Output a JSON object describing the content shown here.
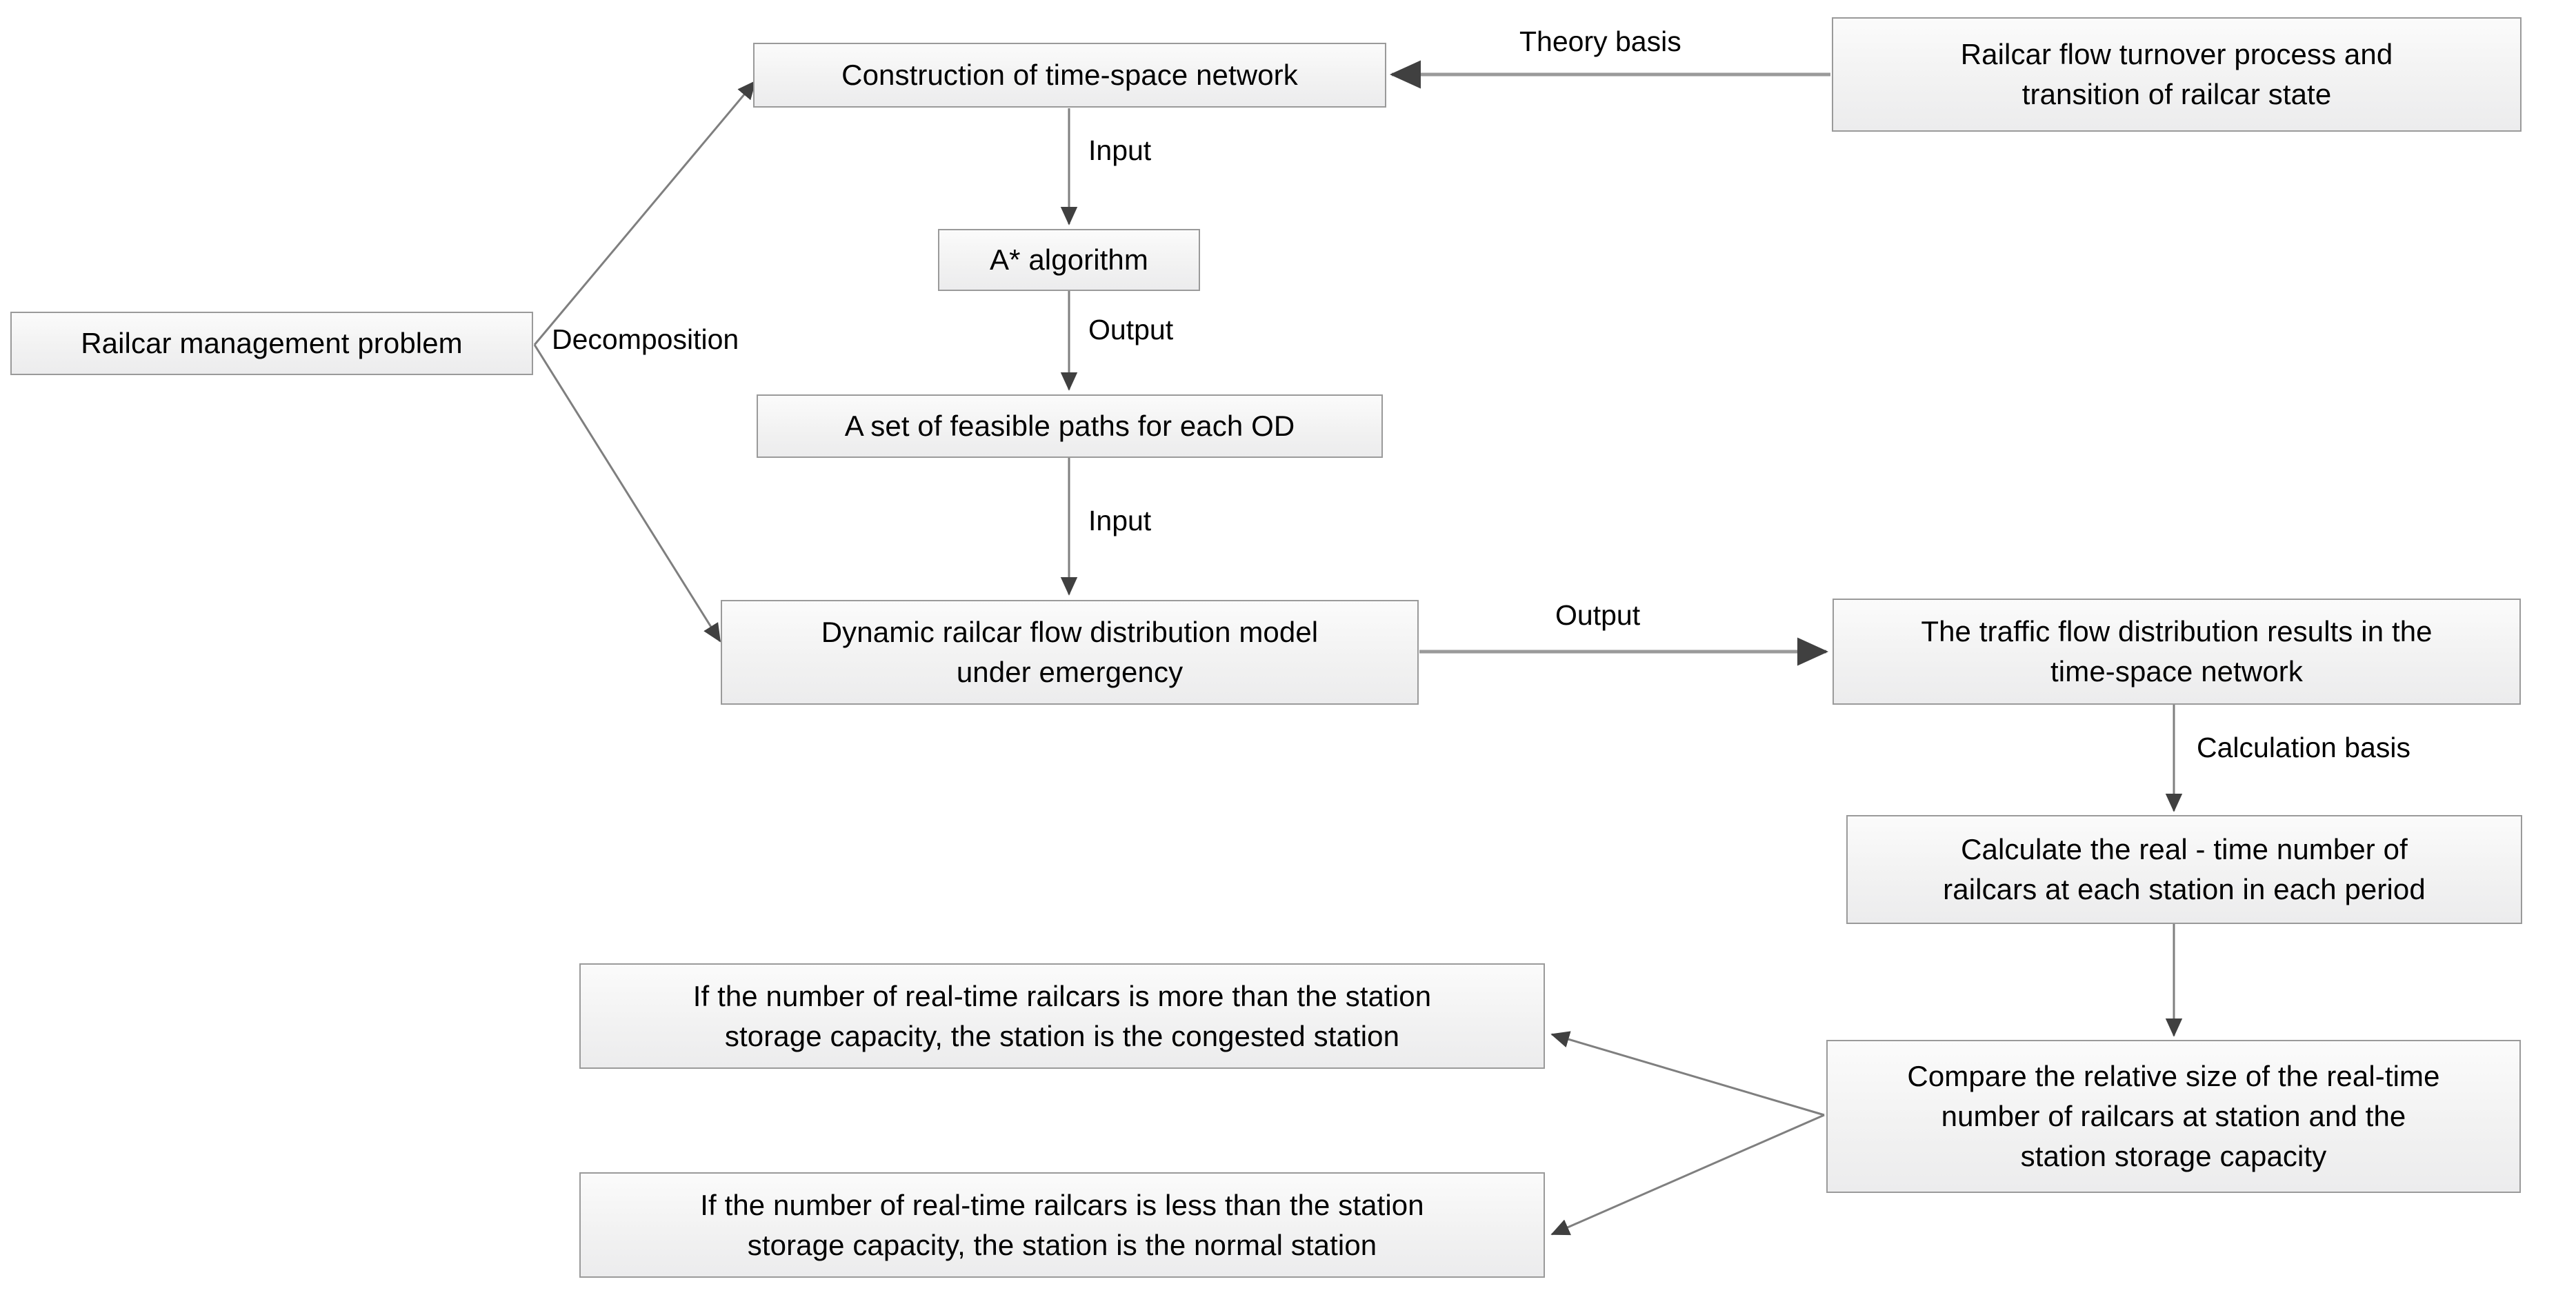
{
  "diagram": {
    "title": "Railcar management problem flowchart",
    "background_color": "#ffffff",
    "node_fill": "#f2f2f2",
    "node_border": "#9a9a9a",
    "connector_color": "#7f7f7f",
    "arrowhead_color": "#404040",
    "text_color": "#000000"
  },
  "nodes": {
    "railcar_management_problem": "Railcar management problem",
    "construction_time_space_network": "Construction of time-space network",
    "railcar_flow_turnover": "Railcar flow turnover process and transition of railcar state",
    "a_star_algorithm": "A* algorithm",
    "feasible_paths": "A set of feasible paths for each OD",
    "dynamic_model": "Dynamic railcar flow distribution model under emergency",
    "traffic_flow_results": "The traffic flow distribution results in the time-space network",
    "calculate_realtime": "Calculate the real - time  number of railcars at each station in each period",
    "compare_relative_size": "Compare the relative size of the real-time number of railcars at station and the station storage capacity",
    "congested_station": "If the number of real-time railcars is more than the station storage capacity, the station is the congested station",
    "normal_station": "If the number of real-time railcars is less than the station storage capacity, the station is the normal station"
  },
  "node_lines": {
    "railcar_flow_turnover": [
      "Railcar flow turnover process and",
      "transition of railcar state"
    ],
    "dynamic_model": [
      "Dynamic railcar flow distribution model",
      "under emergency"
    ],
    "traffic_flow_results": [
      "The traffic flow distribution results in the",
      "time-space network"
    ],
    "calculate_realtime": [
      "Calculate the real - time  number of",
      "railcars at each station in each period"
    ],
    "compare_relative_size": [
      "Compare the relative size of the real-time",
      "number of railcars at station and the",
      "station storage capacity"
    ],
    "congested_station": [
      "If the number of real-time railcars is more than the station",
      "storage capacity, the station is the congested station"
    ],
    "normal_station": [
      "If the number of real-time railcars is less than the station",
      "storage capacity, the station is the normal station"
    ]
  },
  "edge_labels": {
    "theory_basis": "Theory basis",
    "decomposition": "Decomposition",
    "input_1": "Input",
    "output_1": "Output",
    "input_2": "Input",
    "output_2": "Output",
    "calculation_basis": "Calculation basis"
  }
}
